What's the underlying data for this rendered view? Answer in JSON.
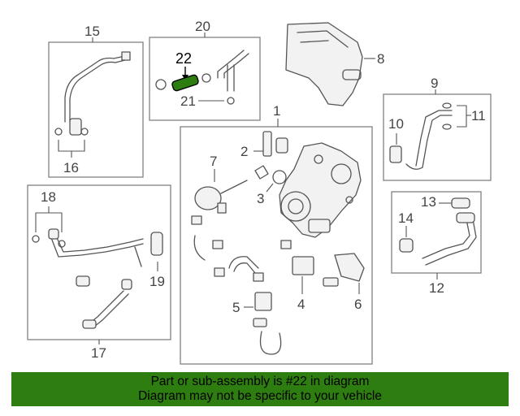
{
  "callouts": {
    "c1": "1",
    "c2": "2",
    "c3": "3",
    "c4": "4",
    "c5": "5",
    "c6": "6",
    "c7": "7",
    "c8": "8",
    "c9": "9",
    "c10": "10",
    "c11": "11",
    "c12": "12",
    "c13": "13",
    "c14": "14",
    "c15": "15",
    "c16": "16",
    "c17": "17",
    "c18": "18",
    "c19": "19",
    "c20": "20",
    "c21": "21",
    "c22": "22"
  },
  "highlight": {
    "part_number": "22",
    "color": "#2e7d10"
  },
  "banner": {
    "line1": "Part or sub-assembly is #22 in diagram",
    "line2": "Diagram may not be specific to your vehicle",
    "background": "#2e7d10"
  }
}
